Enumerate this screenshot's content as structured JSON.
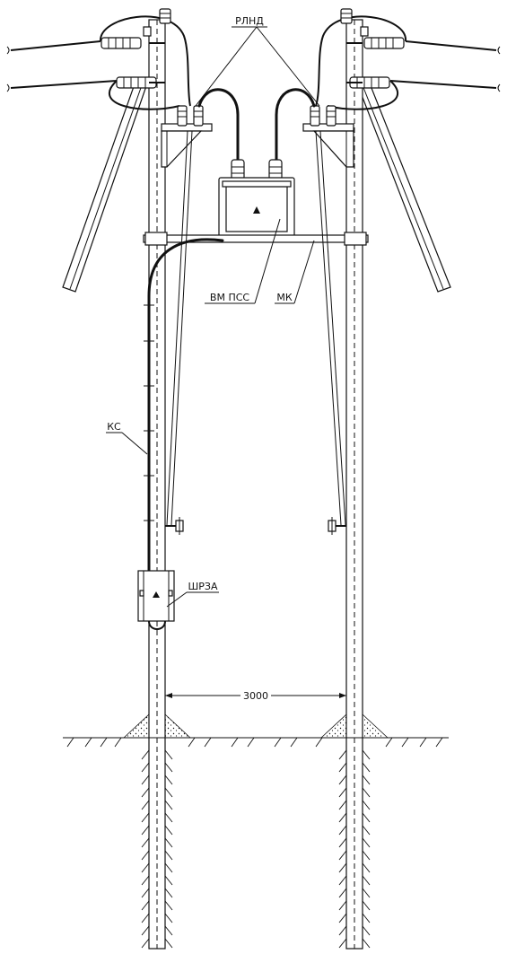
{
  "labels": {
    "rlnd": "РЛНД",
    "vm_pss": "ВМ ПСС",
    "mk": "МК",
    "ks": "КС",
    "shrza": "ШРЗА",
    "dimension": "3000"
  },
  "icons": {
    "breaker_warning": "warning-triangle-icon",
    "cabinet_warning": "warning-triangle-icon"
  }
}
